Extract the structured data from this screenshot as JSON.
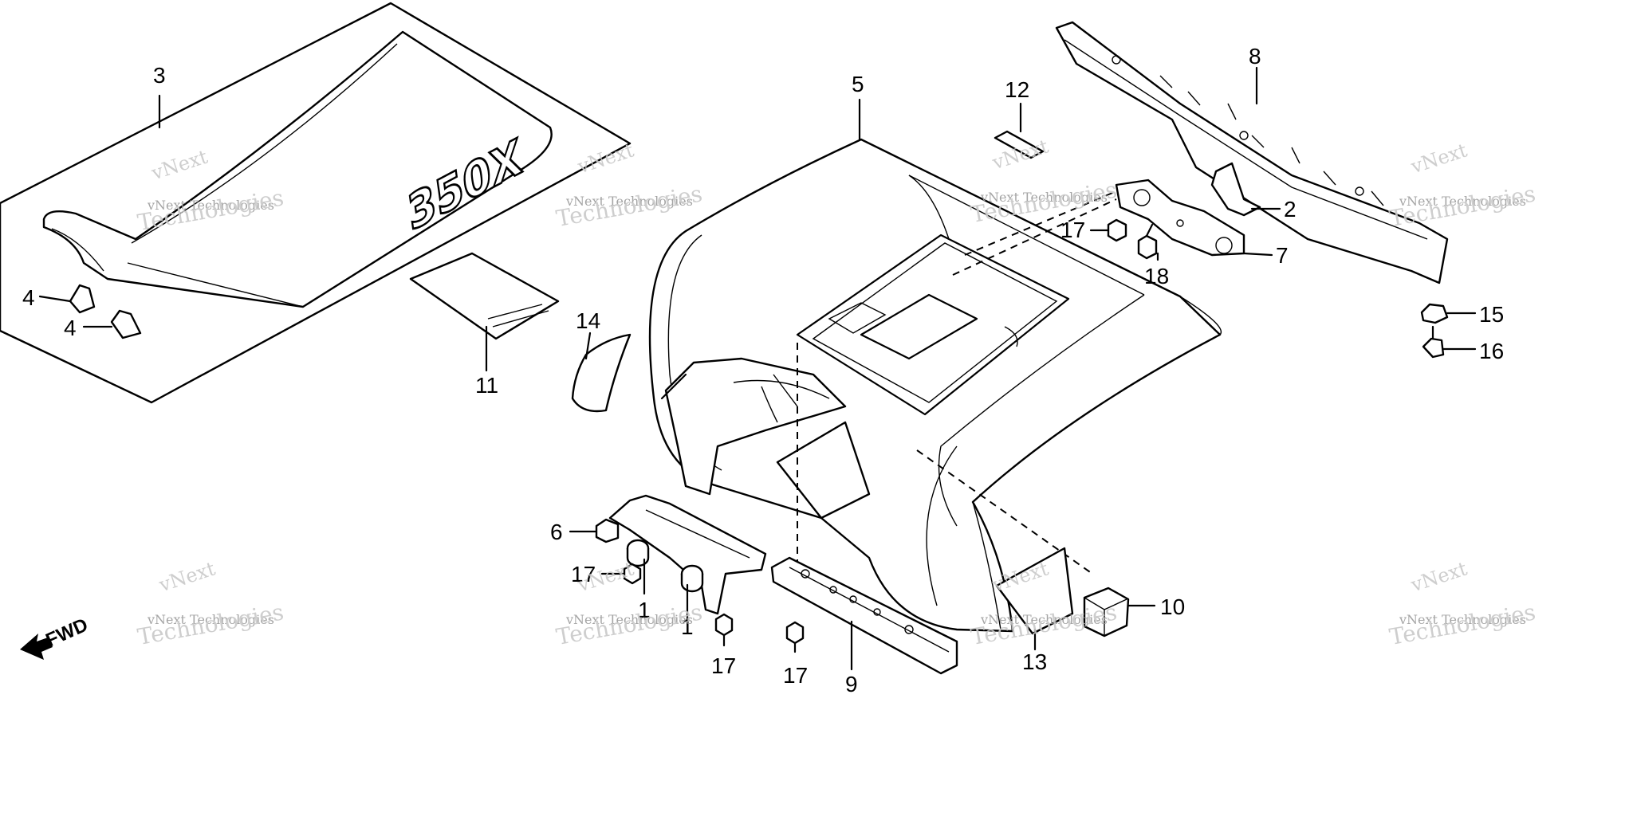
{
  "callouts": [
    {
      "id": "c3",
      "text": "3"
    },
    {
      "id": "c4a",
      "text": "4"
    },
    {
      "id": "c4b",
      "text": "4"
    },
    {
      "id": "c11",
      "text": "11"
    },
    {
      "id": "c5",
      "text": "5"
    },
    {
      "id": "c12",
      "text": "12"
    },
    {
      "id": "c8",
      "text": "8"
    },
    {
      "id": "c2",
      "text": "2"
    },
    {
      "id": "c7",
      "text": "7"
    },
    {
      "id": "c17a",
      "text": "17"
    },
    {
      "id": "c18",
      "text": "18"
    },
    {
      "id": "c14",
      "text": "14"
    },
    {
      "id": "c15",
      "text": "15"
    },
    {
      "id": "c16",
      "text": "16"
    },
    {
      "id": "c6",
      "text": "6"
    },
    {
      "id": "c17b",
      "text": "17"
    },
    {
      "id": "c1a",
      "text": "1"
    },
    {
      "id": "c1b",
      "text": "1"
    },
    {
      "id": "c17c",
      "text": "17"
    },
    {
      "id": "c17d",
      "text": "17"
    },
    {
      "id": "c9",
      "text": "9"
    },
    {
      "id": "c13",
      "text": "13"
    },
    {
      "id": "c10",
      "text": "10"
    }
  ],
  "seat_emblem": "350X",
  "fwd_label": "FWD",
  "watermark": {
    "line1": "vNext",
    "line2": "vNext Technologies",
    "line3": "Technologies"
  }
}
